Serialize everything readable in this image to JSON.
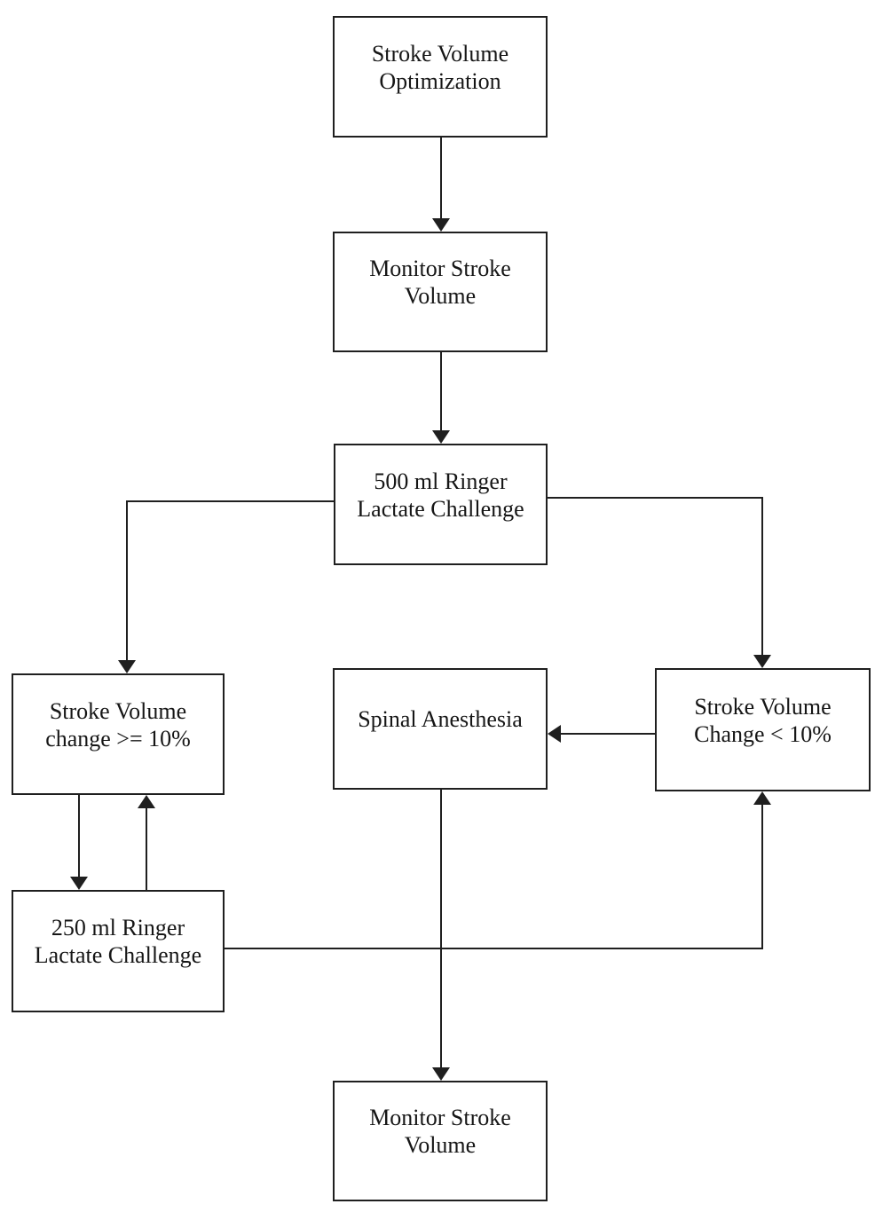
{
  "diagram": {
    "type": "flowchart",
    "background_color": "#ffffff",
    "line_color": "#1f1f1f",
    "text_color": "#161616",
    "nodes": [
      {
        "id": "stroke-volume-optimization",
        "label": "Stroke Volume\nOptimization"
      },
      {
        "id": "monitor-stroke-volume-top",
        "label": "Monitor Stroke\nVolume"
      },
      {
        "id": "ringer-500",
        "label": "500 ml Ringer\nLactate Challenge"
      },
      {
        "id": "sv-change-gte-10",
        "label": "Stroke Volume\nchange >= 10%"
      },
      {
        "id": "spinal-anesthesia",
        "label": "Spinal Anesthesia"
      },
      {
        "id": "sv-change-lt-10",
        "label": "Stroke Volume\nChange < 10%"
      },
      {
        "id": "ringer-250",
        "label": "250 ml Ringer\nLactate Challenge"
      },
      {
        "id": "monitor-stroke-volume-bottom",
        "label": "Monitor Stroke\nVolume"
      }
    ],
    "edges": [
      {
        "from": "stroke-volume-optimization",
        "to": "monitor-stroke-volume-top"
      },
      {
        "from": "monitor-stroke-volume-top",
        "to": "ringer-500"
      },
      {
        "from": "ringer-500",
        "to": "sv-change-gte-10"
      },
      {
        "from": "ringer-500",
        "to": "sv-change-lt-10"
      },
      {
        "from": "sv-change-gte-10",
        "to": "ringer-250"
      },
      {
        "from": "ringer-250",
        "to": "sv-change-gte-10"
      },
      {
        "from": "ringer-250",
        "to": "sv-change-lt-10"
      },
      {
        "from": "sv-change-lt-10",
        "to": "spinal-anesthesia"
      },
      {
        "from": "spinal-anesthesia",
        "to": "monitor-stroke-volume-bottom"
      }
    ]
  }
}
